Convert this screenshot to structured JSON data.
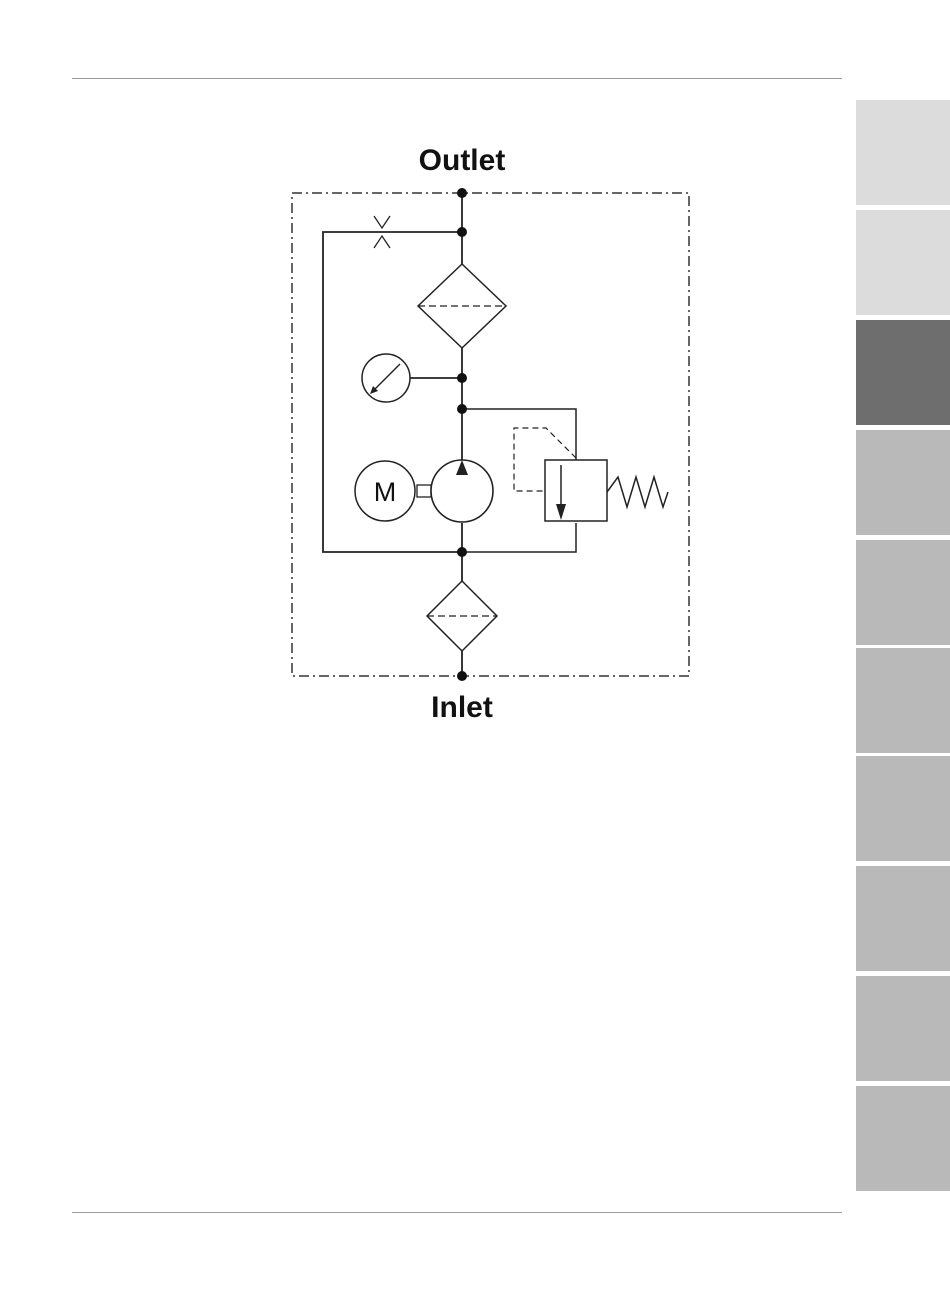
{
  "diagram": {
    "outlet_label": "Outlet",
    "inlet_label": "Inlet",
    "motor_label": "M"
  },
  "side_tabs": [
    {
      "state": "light"
    },
    {
      "state": "light"
    },
    {
      "state": "active"
    },
    {
      "state": "normal"
    },
    {
      "state": "normal"
    },
    {
      "state": "normal"
    },
    {
      "state": "normal"
    },
    {
      "state": "normal"
    },
    {
      "state": "normal"
    },
    {
      "state": "normal"
    }
  ],
  "colors": {
    "tab_light": "#dcdcdc",
    "tab_active": "#6e6e6e",
    "tab_normal": "#b9b9b9",
    "line": "#222222"
  }
}
